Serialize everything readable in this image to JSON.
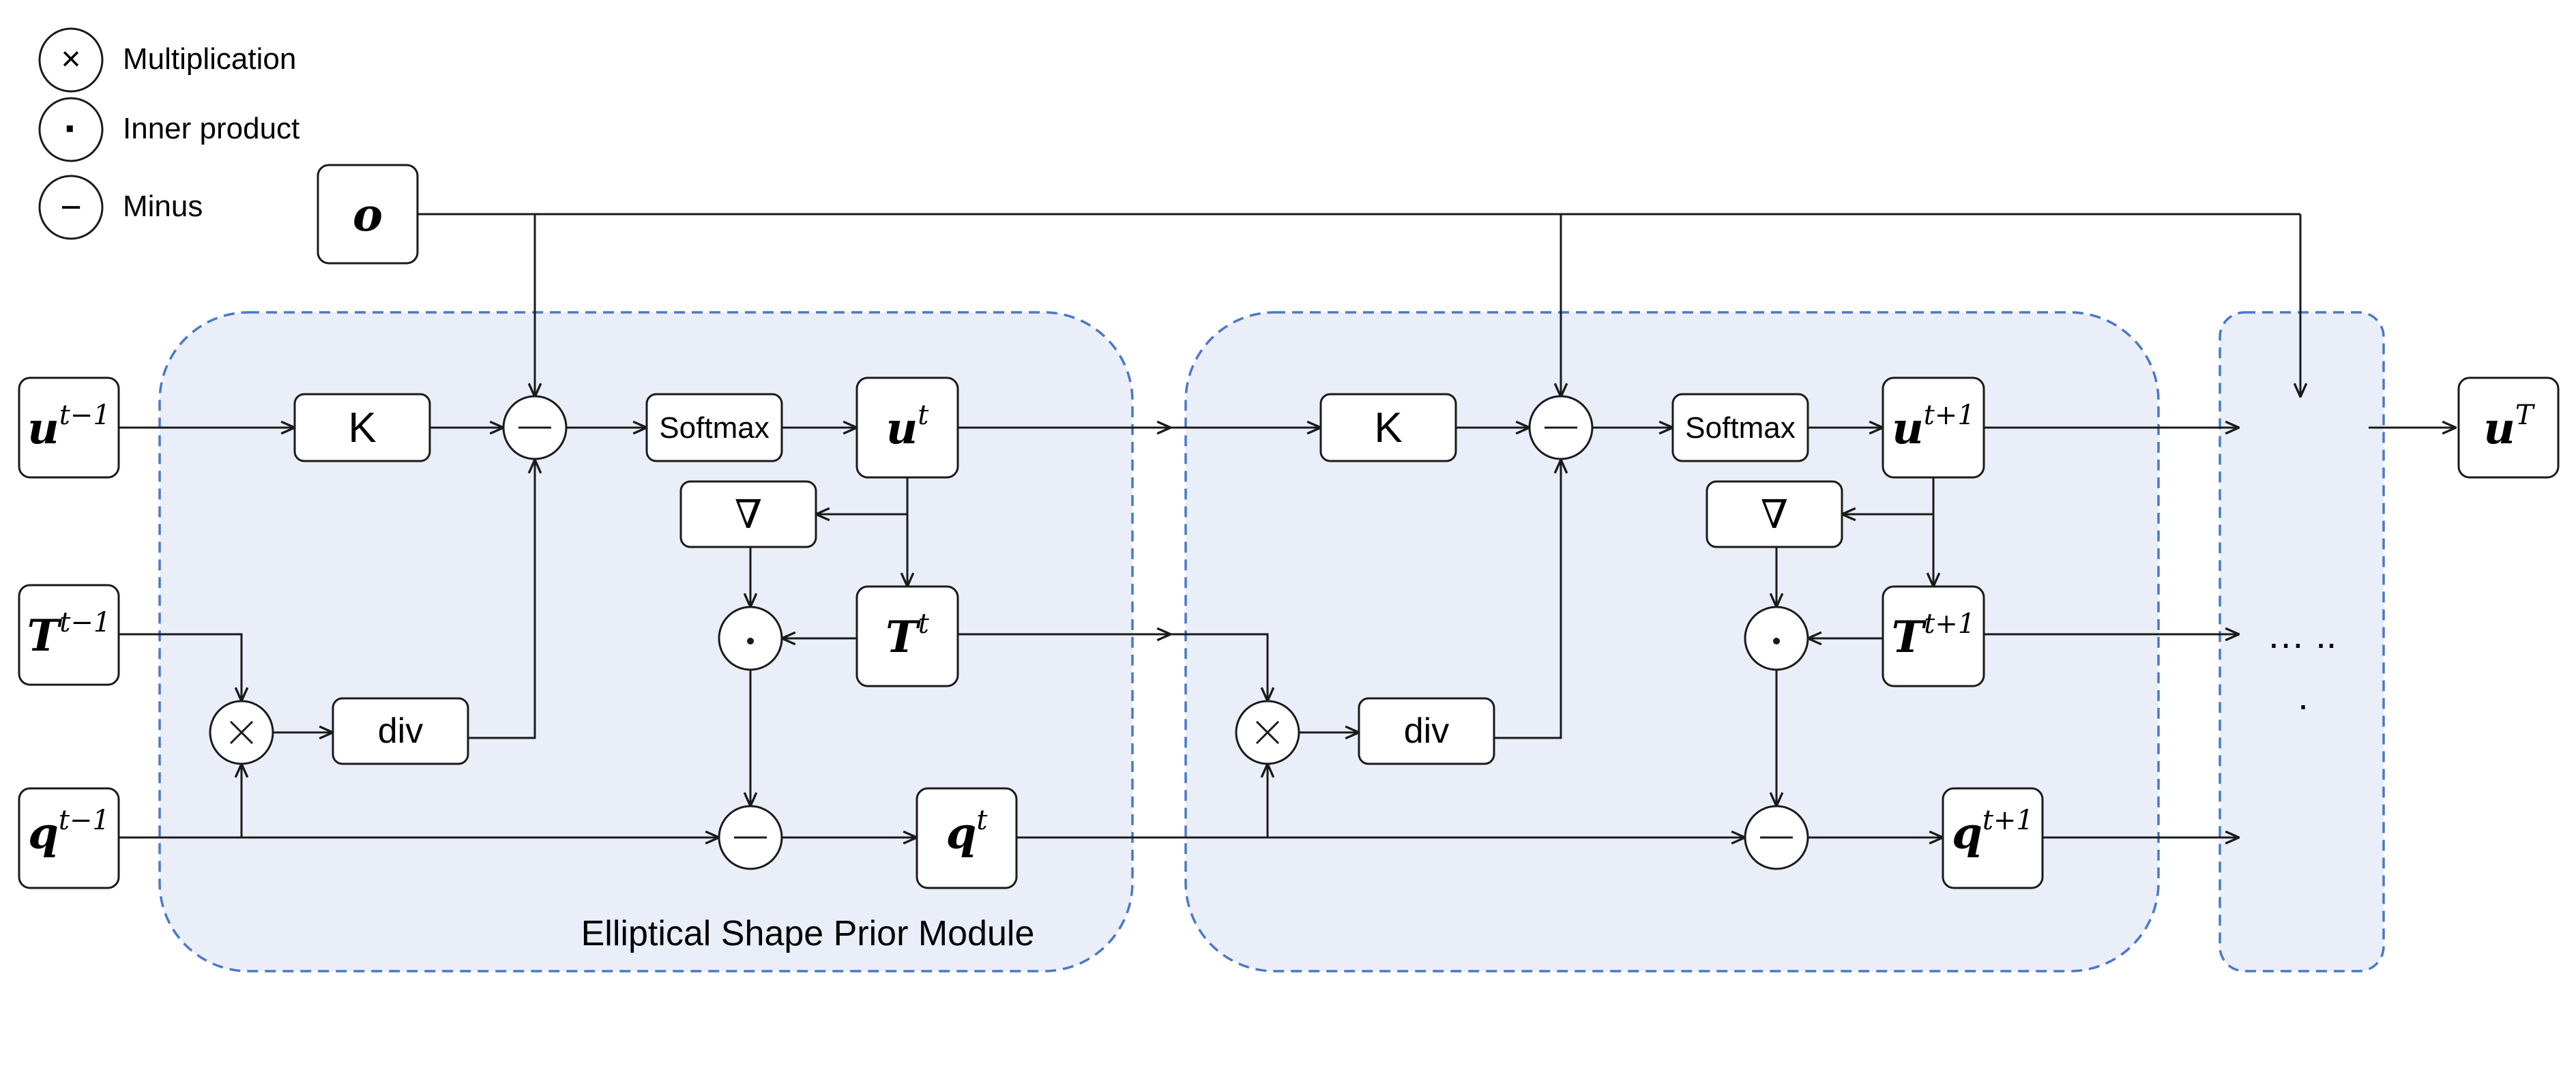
{
  "legend": {
    "multiplication": {
      "symbol": "×",
      "label": "Multiplication"
    },
    "inner_product": {
      "symbol": "·",
      "label": "Inner product"
    },
    "minus": {
      "symbol": "−",
      "label": "Minus"
    }
  },
  "nodes": {
    "o": {
      "label": "o"
    },
    "u_prev": {
      "base": "u",
      "sup": "t−1"
    },
    "T_prev": {
      "base": "T",
      "sup": "t−1"
    },
    "q_prev": {
      "base": "q",
      "sup": "t−1"
    },
    "u_final": {
      "base": "u",
      "sup": "T"
    }
  },
  "module1": {
    "caption": "Elliptical Shape Prior Module",
    "k_label": "K",
    "softmax_label": "Softmax",
    "grad_label": "∇",
    "div_label": "div",
    "u_out": {
      "base": "u",
      "sup": "t"
    },
    "T_out": {
      "base": "T",
      "sup": "t"
    },
    "q_out": {
      "base": "q",
      "sup": "t"
    }
  },
  "module2": {
    "k_label": "K",
    "softmax_label": "Softmax",
    "grad_label": "∇",
    "div_label": "div",
    "u_out": {
      "base": "u",
      "sup": "t+1"
    },
    "T_out": {
      "base": "T",
      "sup": "t+1"
    },
    "q_out": {
      "base": "q",
      "sup": "t+1"
    }
  },
  "continuation": {
    "ellipsis": "… ..",
    "dot": "."
  }
}
